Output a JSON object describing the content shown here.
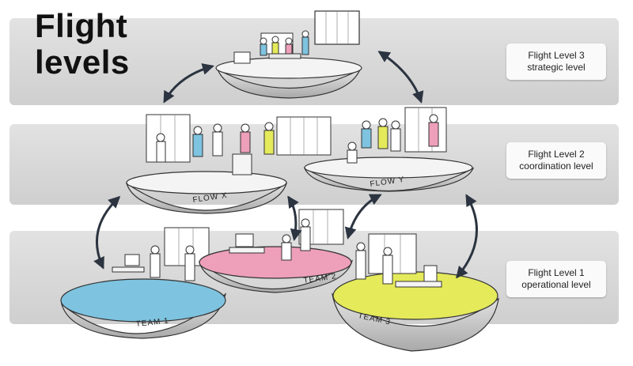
{
  "title": {
    "line1": "Flight",
    "line2": "levels"
  },
  "levels": [
    {
      "line1": "Flight Level 3",
      "line2": "strategic level"
    },
    {
      "line1": "Flight Level 2",
      "line2": "coordination level"
    },
    {
      "line1": "Flight Level 1",
      "line2": "operational level"
    }
  ],
  "platforms": {
    "flow_x": "FLOW X",
    "flow_y": "FLOW Y",
    "team1": "TEAM 1",
    "team2": "TEAM 2",
    "team3": "TEAM 3"
  },
  "colors": {
    "band": "#d6d6d6",
    "team1": "#7ec3e0",
    "team2": "#ee9fba",
    "team3": "#e4ea5a",
    "platform_top": "#f4f4f4",
    "platform_body": "#cfcfcf"
  }
}
